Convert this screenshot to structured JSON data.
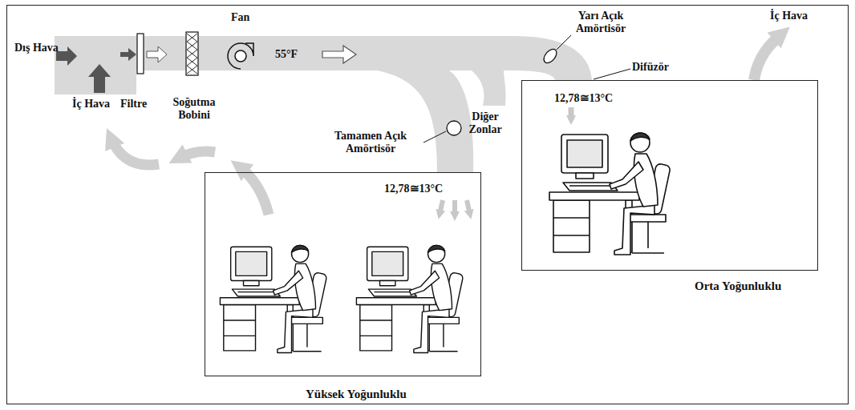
{
  "diagram": {
    "nodes": [
      {
        "text": [
          "12,78≅13°C",
          "Orta Yoğunluklu"
        ]
      },
      {
        "text": [
          "12,78≅13°C",
          "Yüksek Yoğunluklu"
        ]
      }
    ],
    "labels": [
      "Dış Hava",
      "Fan",
      "Yarı Açık Amörtisör",
      "İç Hava",
      "Difüzör",
      "55°F",
      "İç Hava",
      "Filtre",
      "Soğutma Bobini",
      "Tamamen Açık Amörtisör",
      "Diğer Zonlar"
    ]
  }
}
